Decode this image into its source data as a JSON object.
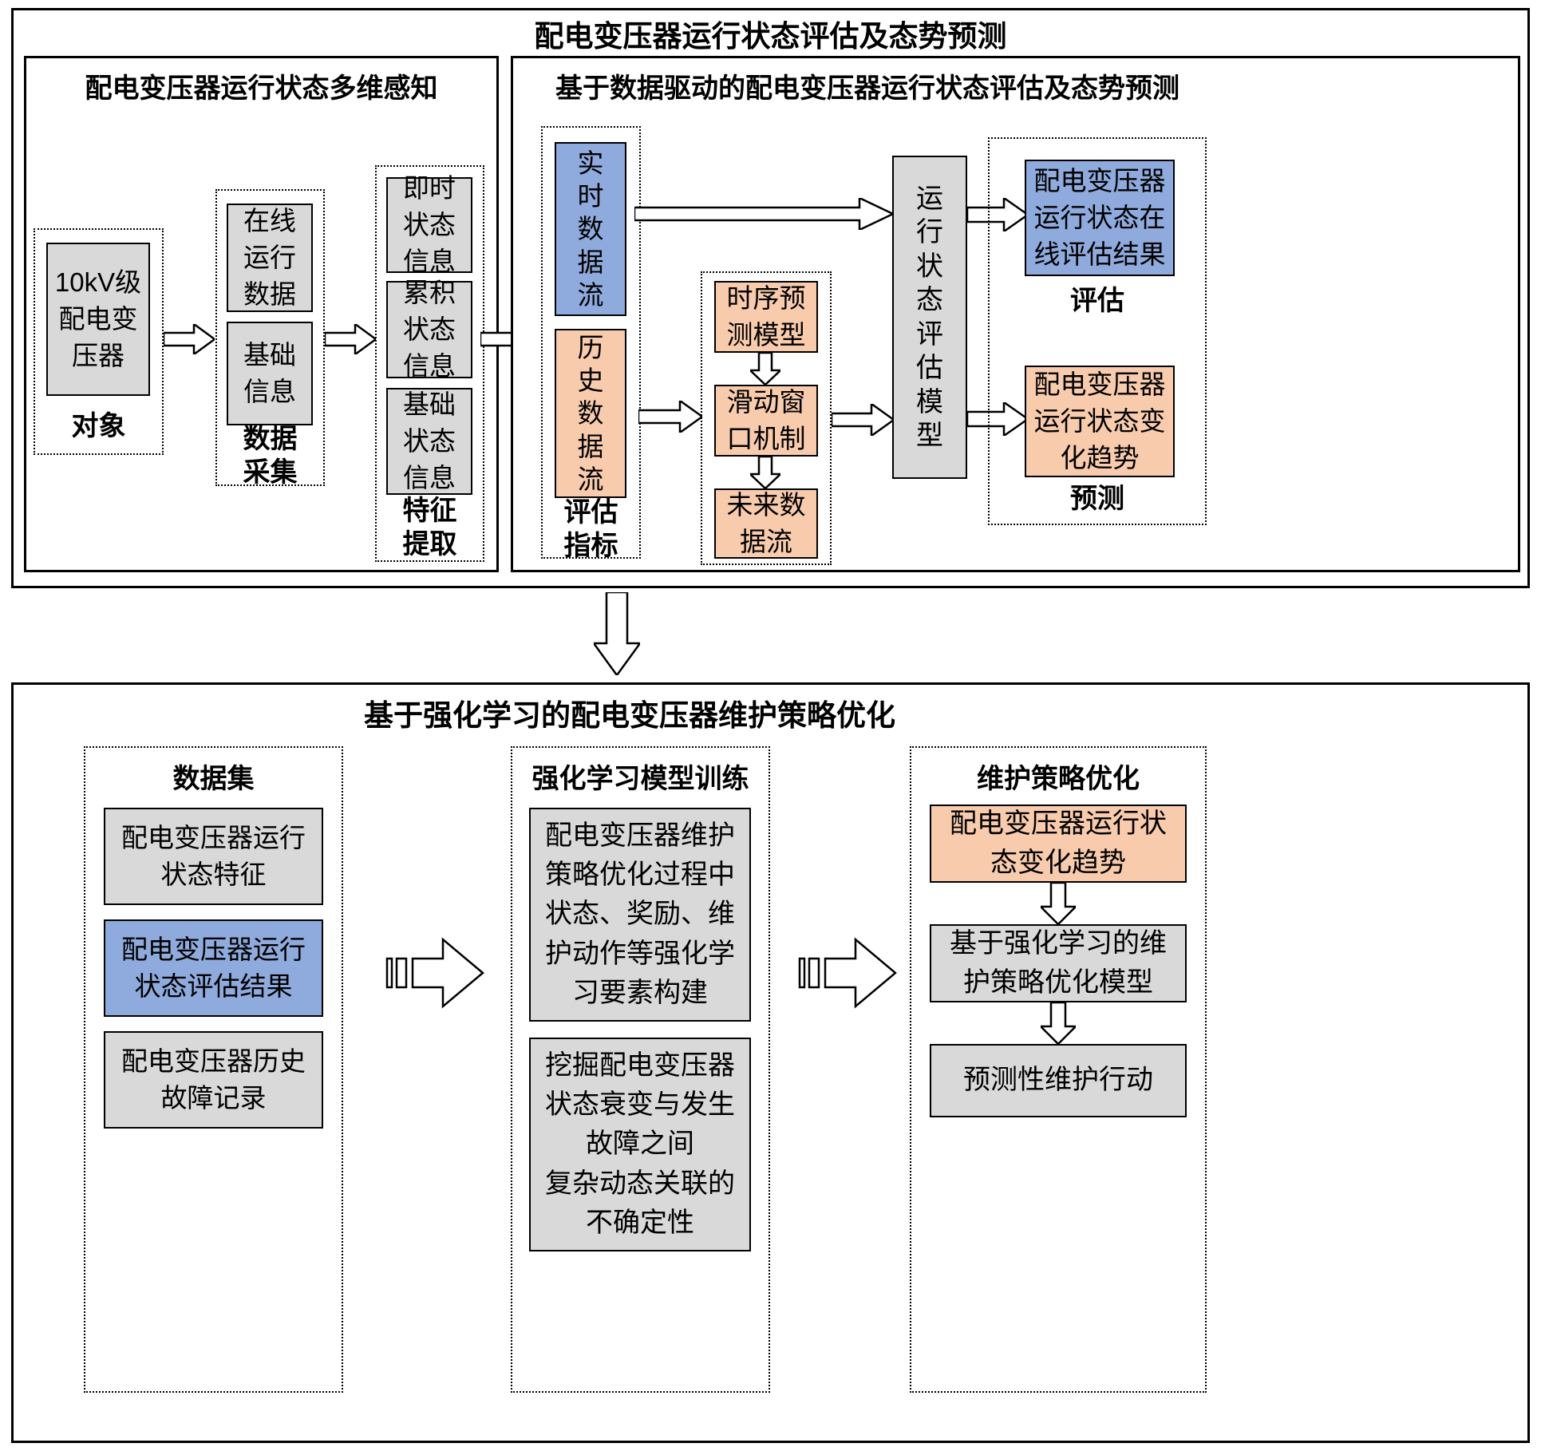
{
  "colors": {
    "blue": "#8FAADC",
    "orange": "#F8CBAD",
    "gray": "#D9D9D9",
    "white": "#FFFFFF"
  },
  "top_section": {
    "title": "配电变压器运行状态评估及态势预测",
    "perception": {
      "title": "配电变压器运行状态多维感知",
      "object_label": "对象",
      "transformer_box": "10kV级\n配电变\n压器",
      "collection_label": "数据\n采集",
      "online_data_box": "在线\n运行\n数据",
      "basic_info_box": "基础\n信息",
      "feature_label": "特征\n提取",
      "instant_state_box": "即时\n状态\n信息",
      "cumulative_state_box": "累积\n状态\n信息",
      "basic_state_box": "基础\n状态\n信息"
    },
    "assessment": {
      "title": "基于数据驱动的配电变压器运行状态评估及态势预测",
      "indicator_label": "评估\n指标",
      "realtime_stream_box": "实\n时\n数\n据\n流",
      "history_stream_box": "历\n史\n数\n据\n流",
      "timeseries_model_box": "时序预\n测模型",
      "sliding_window_box": "滑动窗\n口机制",
      "future_stream_box": "未来数\n据流",
      "state_model_box": "运\n行\n状\n态\n评\n估\n模\n型",
      "online_result_box": "配电变压器\n运行状态在\n线评估结果",
      "assess_label": "评估",
      "trend_box": "配电变压器\n运行状态变\n化趋势",
      "predict_label": "预测"
    }
  },
  "bottom_section": {
    "title": "基于强化学习的配电变压器维护策略优化",
    "dataset": {
      "title": "数据集",
      "feature_box": "配电变压器运行\n状态特征",
      "result_box": "配电变压器运行\n状态评估结果",
      "fault_box": "配电变压器历史\n故障记录"
    },
    "training": {
      "title": "强化学习模型训练",
      "elements_box": "配电变压器维护\n策略优化过程中\n状态、奖励、维\n护动作等强化学\n习要素构建",
      "uncertainty_box": "挖掘配电变压器\n状态衰变与发生\n故障之间\n复杂动态关联的\n不确定性"
    },
    "optimization": {
      "title": "维护策略优化",
      "trend_box": "配电变压器运行状\n态变化趋势",
      "model_box": "基于强化学习的维\n护策略优化模型",
      "action_box": "预测性维护行动"
    }
  }
}
